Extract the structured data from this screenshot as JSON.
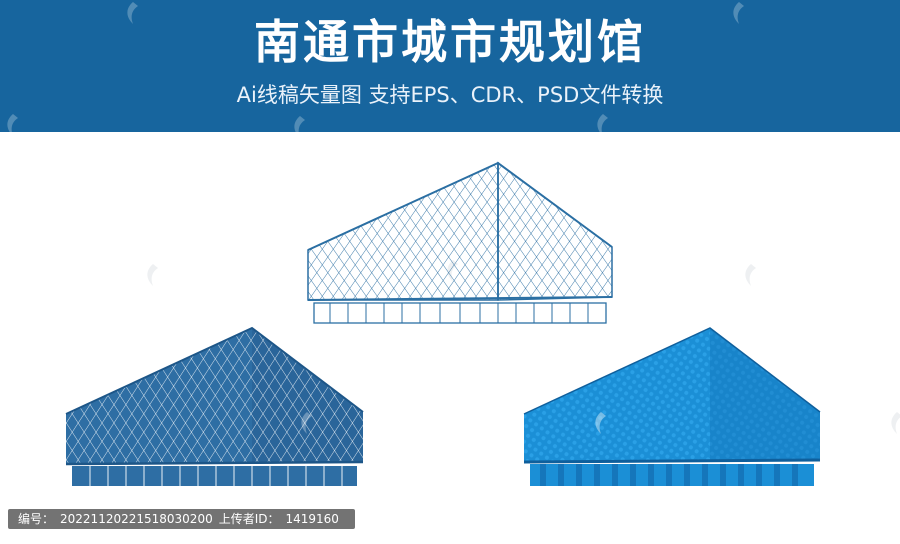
{
  "header": {
    "title": "南通市城市规划馆",
    "subtitle": "Ai线稿矢量图 支持EPS、CDR、PSD文件转换"
  },
  "footer": {
    "id_label": "编号：",
    "id_value": "20221120221518030200",
    "uploader_label": "上传者ID：",
    "uploader_value": "1419160"
  },
  "colors": {
    "banner": "#17659e",
    "line_art": "#2b6fa3",
    "solid_fill": "#1b8fd6",
    "solid_side": "#1576bb",
    "background": "#ffffff"
  },
  "illustrations": {
    "top": "outline-line-drawing",
    "bottom_left": "blueprint-line-drawing",
    "bottom_right": "solid-filled-drawing"
  }
}
